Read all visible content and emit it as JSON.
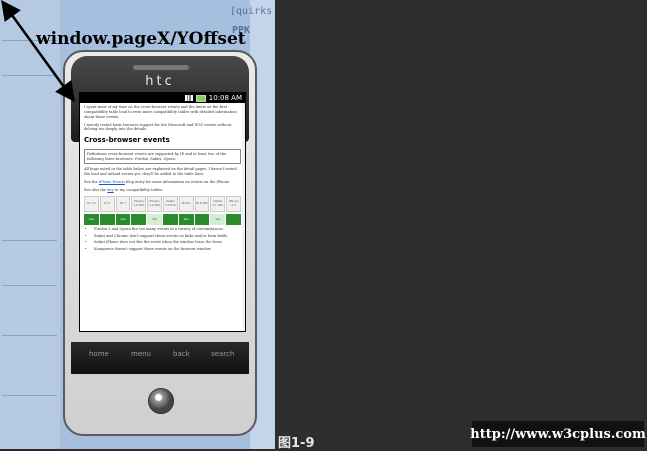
{
  "annotation": {
    "label": "window.pageX/YOffset"
  },
  "caption": {
    "figure": "图1-9"
  },
  "watermark": {
    "url": "http://www.w3cplus.com"
  },
  "background_page": {
    "header": "[quirks",
    "logo": "PPK"
  },
  "phone": {
    "brand": "htc",
    "status_time": "10:08 AM",
    "softkeys": [
      "home",
      "menu",
      "back",
      "search"
    ],
    "screen": {
      "paragraphs": [
        "I spent most of my time on the cross-browser events and the limits on the first compatibility table lead to even more compatibility tables with detailed information about these events.",
        "I merely tested basic browser support for the Microsoft and W3C events without delving too deeply into the details."
      ],
      "heading": "Cross-browser events",
      "box_text": "Definitions cross-browser events are supported by IE and at least two of the following three browsers: Firefox, Safari, Opera.",
      "bugs_text": "All bugs noted in the table below are explained on the detail pages. I haven't tested the load and unload events yet; they'll be added to the table later.",
      "see_prefix": "See the ",
      "see_link": "iPhone Events",
      "see_suffix": " blog entry for more information on events on the iPhone.",
      "also_prefix": "See also the ",
      "also_link": "key",
      "also_suffix": " to my compatibility tables.",
      "table_headers": [
        "IE 5.5",
        "IE 6",
        "IE 7",
        "Firefox 2.0 Win",
        "Firefox 3.0 Win",
        "Safari 3.0 Win",
        "IE 8b1",
        "IE 8 Win",
        "Safari 3.1 Win",
        "iPhone 2.0"
      ],
      "table_cells": [
        "Yes",
        "",
        "Yes",
        "",
        "Yes",
        "",
        "Yes",
        "",
        "Yes",
        ""
      ],
      "bullets": [
        "Firefox 3 and Opera fire too many events in a variety of circumstances",
        "Safari and Chrome don't support these events on links and/or form fields",
        "Safari iPhone does not fire the event when the window loses the focus",
        "Konqueror doesn't support these events on the browser window"
      ]
    }
  }
}
